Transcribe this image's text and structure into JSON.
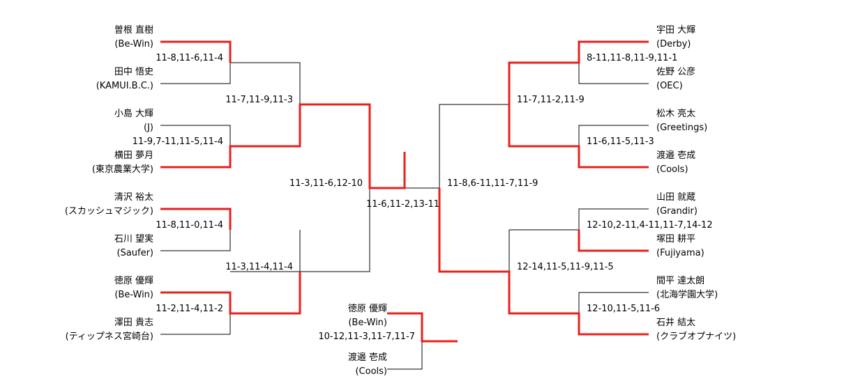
{
  "colors": {
    "line": "#000000",
    "winner": "#e8201c",
    "background": "#ffffff"
  },
  "left_side": [
    {
      "name": "曽根 直樹",
      "team": "(Be-Win)"
    },
    {
      "name": "田中 悟史",
      "team": "(KAMUI.B.C.)"
    },
    {
      "name": "小島 大輝",
      "team": "(J)"
    },
    {
      "name": "横田 夢月",
      "team": "(東京農業大学)"
    },
    {
      "name": "清沢 裕太",
      "team": "(スカッシュマジック)"
    },
    {
      "name": "石川 望実",
      "team": "(Saufer)"
    },
    {
      "name": "徳原 優輝",
      "team": "(Be-Win)"
    },
    {
      "name": "澤田 貴志",
      "team": "(ティップネス宮崎台)"
    }
  ],
  "right_side": [
    {
      "name": "宇田 大輝",
      "team": "(Derby)"
    },
    {
      "name": "佐野 公彦",
      "team": "(OEC)"
    },
    {
      "name": "松木 亮太",
      "team": "(Greetings)"
    },
    {
      "name": "渡邉 壱成",
      "team": "(Cools)"
    },
    {
      "name": "山田 就蔵",
      "team": "(Grandir)"
    },
    {
      "name": "塚田 耕平",
      "team": "(Fujiyama)"
    },
    {
      "name": "間平 達太朗",
      "team": "(北海学園大学)"
    },
    {
      "name": "石井 結太",
      "team": "(クラブオプナイツ)"
    }
  ],
  "scores": {
    "left_r1": [
      "11-8,11-6,11-4",
      "11-9,7-11,11-5,11-4",
      "11-8,11-0,11-4",
      "11-2,11-4,11-2"
    ],
    "left_r2": [
      "11-7,11-9,11-3",
      "11-3,11-4,11-4"
    ],
    "left_semi": "11-3,11-6,12-10",
    "right_r1": [
      "8-11,11-8,11-9,11-1",
      "11-6,11-5,11-3",
      "12-10,2-11,4-11,11-7,14-12",
      "12-10,11-5,11-6"
    ],
    "right_r2": [
      "11-7,11-2,11-9",
      "12-14,11-5,11-9,11-5"
    ],
    "right_semi": "11-8,6-11,11-7,11-9",
    "final": "11-6,11-2,13-11"
  },
  "third_place": {
    "player1": {
      "name": "徳原 優輝",
      "team": "(Be-Win)"
    },
    "player2": {
      "name": "渡邉 壱成",
      "team": "(Cools)"
    },
    "score": "10-12,11-3,11-7,11-7"
  }
}
